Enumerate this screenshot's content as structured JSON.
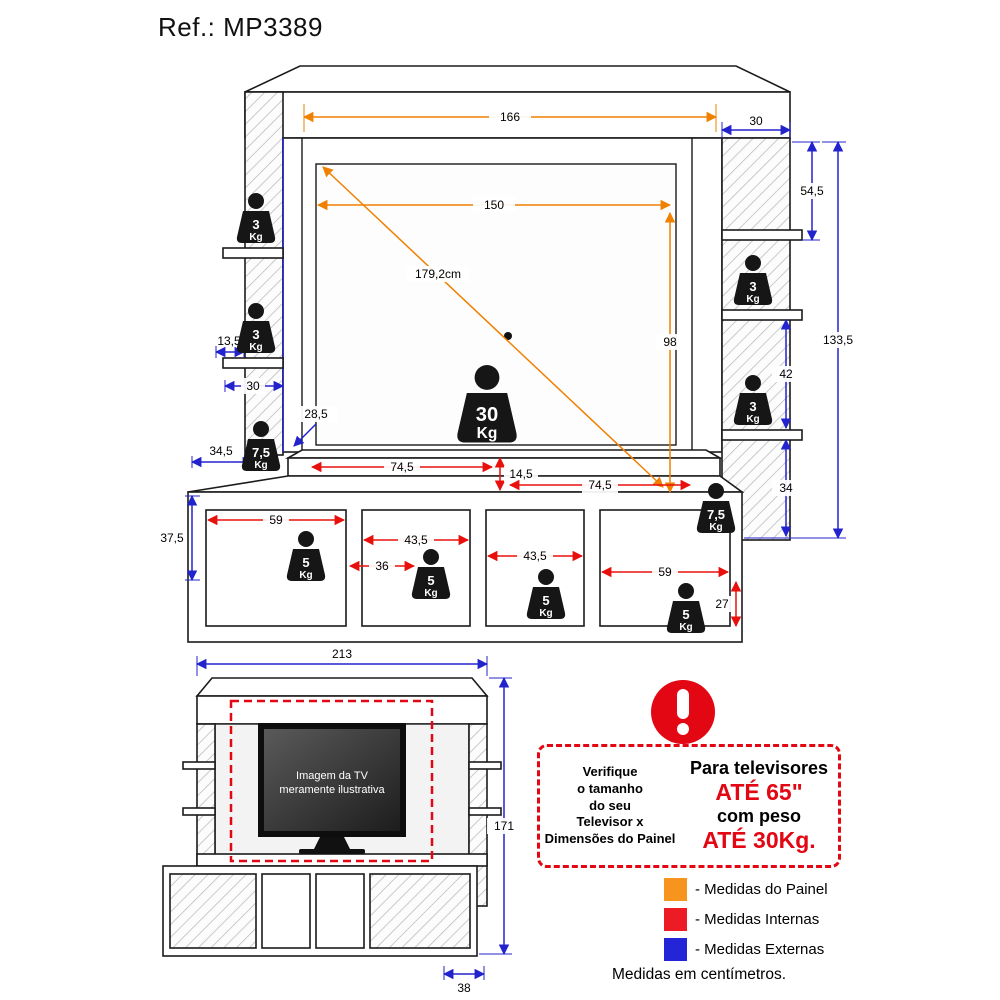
{
  "title": "Ref.: MP3389",
  "dims": {
    "panel_width_top": "166",
    "panel_inner_width": "150",
    "panel_diagonal": "179,2cm",
    "panel_inner_height": "98",
    "ext_right_depth": "30",
    "ext_right_upper": "54,5",
    "ext_right_total": "133,5",
    "ext_right_mid": "42",
    "ext_right_lower": "34",
    "ext_left_shelf": "13,5",
    "ext_left_width": "30",
    "ext_left_inner": "28,5",
    "ext_left_base_depth": "34,5",
    "ext_base_height": "37,5",
    "int_shelf_left": "74,5",
    "int_shelf_gap": "14,5",
    "int_shelf_right": "74,5",
    "int_comp1_width": "59",
    "int_comp2_width": "43,5",
    "int_depth": "36",
    "int_comp3_width": "43,5",
    "int_comp4_width": "59",
    "int_comp_height": "27",
    "front_width": "213",
    "front_height": "171",
    "front_depth": "38"
  },
  "weights": {
    "unit": "Kg",
    "kg3": "3",
    "kg5": "5",
    "kg75": "7,5",
    "kg30": "30"
  },
  "tv_placeholder": {
    "line1": "Imagem da TV",
    "line2": "meramente ilustrativa"
  },
  "warning": {
    "check_lines": [
      "Verifique",
      "o tamanho",
      "do seu",
      "Televisor x",
      "Dimensões do Painel"
    ],
    "for_tv": "Para televisores",
    "size": "ATÉ 65\"",
    "weight_intro": "com peso",
    "weight": "ATÉ 30Kg."
  },
  "legend": {
    "panel": {
      "color": "#F7941D",
      "label": "- Medidas do Painel"
    },
    "internal": {
      "color": "#ED1C24",
      "label": "- Medidas Internas"
    },
    "external": {
      "color": "#2525D8",
      "label": "- Medidas Externas"
    },
    "footer": "Medidas em centímetros."
  }
}
